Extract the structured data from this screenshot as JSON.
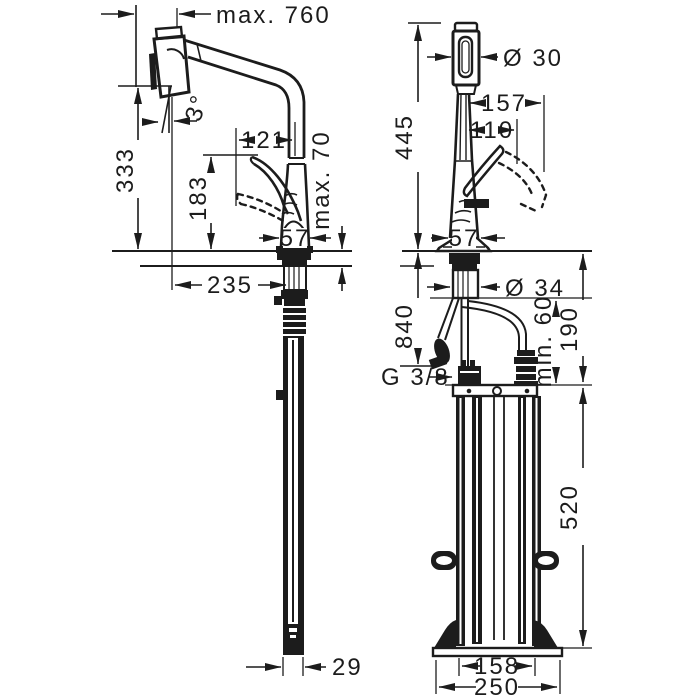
{
  "drawing": {
    "kind": "faucet-installation-dimension-drawing",
    "background": "#ffffff",
    "line_color": "#1c1c1c",
    "left_view": {
      "name": "side view with pull-out spray and hose guide",
      "dims": {
        "max_pullout": "max. 760",
        "tilt_angle": "3°",
        "spout_height": "333",
        "handle_reach": "121",
        "handle_height": "183",
        "counter_thickness": "max. 70",
        "body_width": "57",
        "spout_reach": "235",
        "guide_width": "29"
      }
    },
    "right_view": {
      "name": "front view with sBox hose box",
      "dims": {
        "head_diameter": "Ø 30",
        "swing_max": "157",
        "swing_std": "110",
        "total_height": "445",
        "body_width": "57",
        "shank_diameter": "Ø 34",
        "hose_length": "840",
        "min_clearance": "min. 60",
        "under_counter": "190",
        "thread": "G 3/8",
        "box_height": "520",
        "box_width": "158",
        "base_width": "250"
      }
    }
  }
}
